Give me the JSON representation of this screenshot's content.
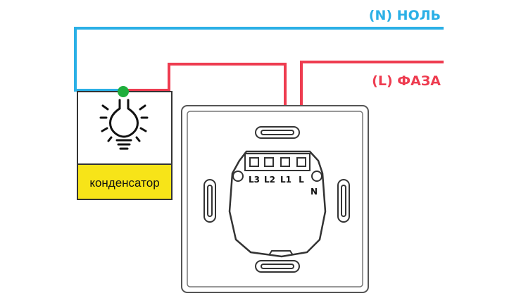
{
  "neutral_label": "(N) НОЛЬ",
  "phase_label": "(L) ФАЗА",
  "capacitor_label": "конденсатор",
  "terminals": [
    "L3",
    "L2",
    "L1",
    "L"
  ],
  "n_terminal": "N",
  "colors": {
    "neutral_wire": "#2bb0e6",
    "phase_wire": "#ee3c50",
    "capacitor_fill": "#f7e418",
    "junction": "#1fae3c",
    "outline": "#333333"
  }
}
